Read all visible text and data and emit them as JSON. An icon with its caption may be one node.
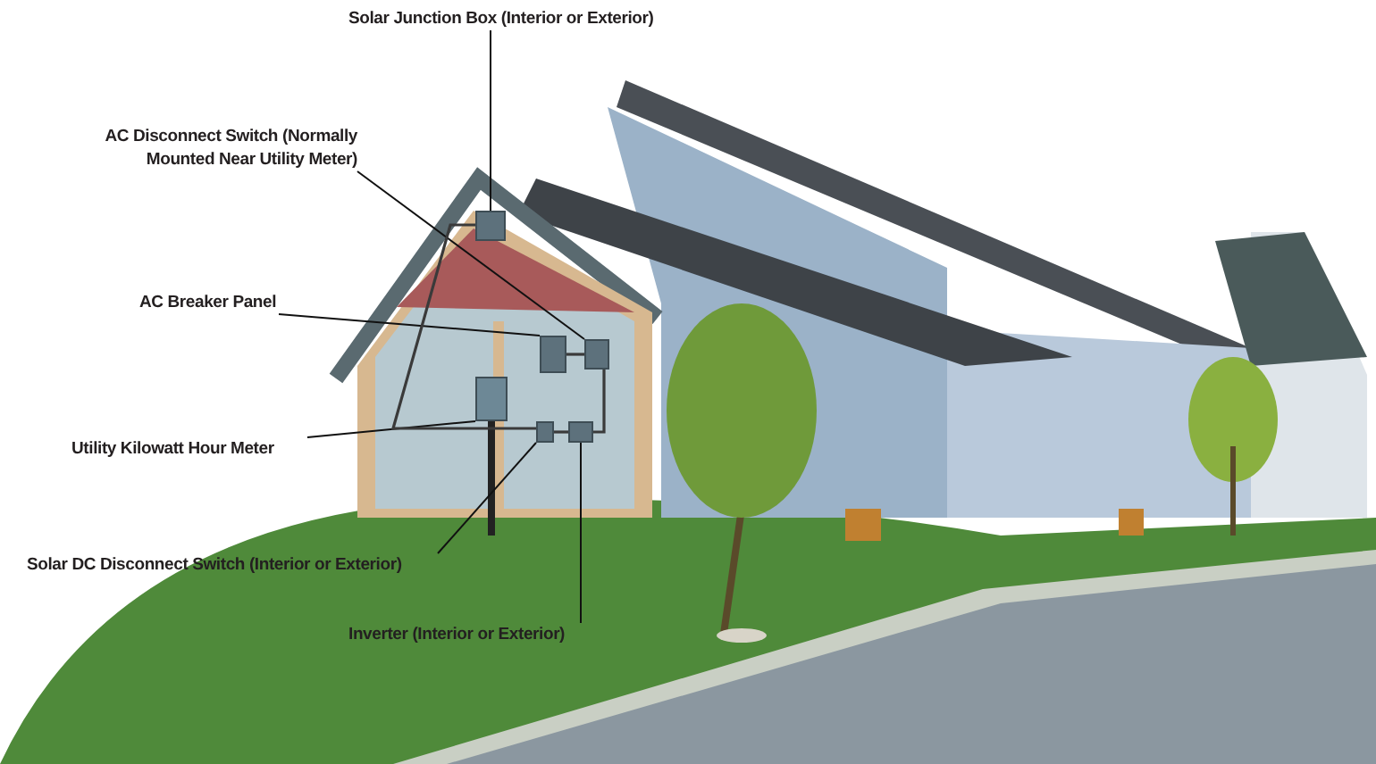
{
  "diagram": {
    "nodes": [
      {
        "text": [
          "Solar Junction Box (Interior or Exterior)"
        ]
      },
      {
        "text": [
          "AC Disconnect Switch (Normally Mounted Near Utility Meter)"
        ]
      },
      {
        "text": [
          "AC Breaker Panel"
        ]
      },
      {
        "text": [
          "Utility Kilowatt Hour Meter"
        ]
      },
      {
        "text": [
          "Solar DC Disconnect Switch (Interior or Exterior)"
        ]
      },
      {
        "text": [
          "Inverter (Interior or Exterior)"
        ]
      },
      {
        "text": [],
        "shape": "box"
      },
      {
        "text": [],
        "shape": "box"
      },
      {
        "text": [],
        "shape": "box"
      },
      {
        "text": [],
        "shape": "box"
      },
      {
        "text": [],
        "shape": "box"
      },
      {
        "text": [],
        "shape": "box"
      }
    ],
    "edges": [
      {
        "from": 0,
        "to": 6,
        "arrow": "none"
      },
      {
        "from": 1,
        "to": 7,
        "arrow": "none"
      },
      {
        "from": 2,
        "to": 8,
        "arrow": "none"
      },
      {
        "from": 3,
        "to": 9,
        "arrow": "none"
      },
      {
        "from": 4,
        "to": 10,
        "arrow": "none"
      },
      {
        "from": 5,
        "to": 11,
        "arrow": "none"
      },
      {
        "from": 6,
        "to": 10,
        "arrow": "none",
        "color": "#3a3a3a"
      },
      {
        "from": 10,
        "to": 11,
        "arrow": "none",
        "color": "#3a3a3a"
      },
      {
        "from": 11,
        "to": 7,
        "arrow": "none",
        "color": "#3a3a3a"
      },
      {
        "from": 7,
        "to": 8,
        "arrow": "none",
        "color": "#3a3a3a"
      }
    ]
  }
}
